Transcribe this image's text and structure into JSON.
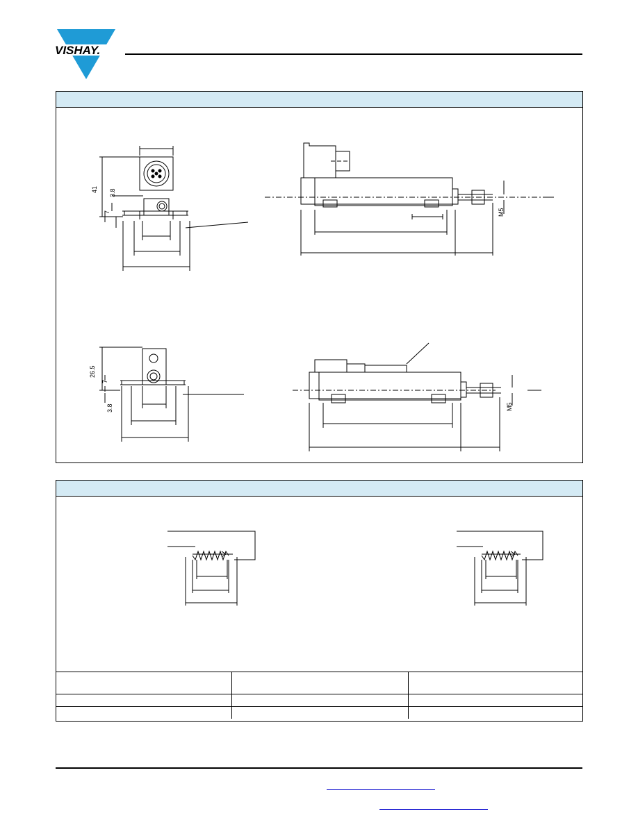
{
  "brand": {
    "logo_text": "VISHAY."
  },
  "drawing_labels": {
    "d41": "41",
    "d3_8": "3.8",
    "d7": "7",
    "m5": "M5",
    "d26_5": "26.5"
  },
  "table": {
    "rows": [
      [
        "",
        "",
        ""
      ],
      [
        "",
        "",
        ""
      ],
      [
        "",
        "",
        ""
      ]
    ]
  },
  "colors": {
    "section_header": "#d4eaf4",
    "link": "#0000cc"
  }
}
